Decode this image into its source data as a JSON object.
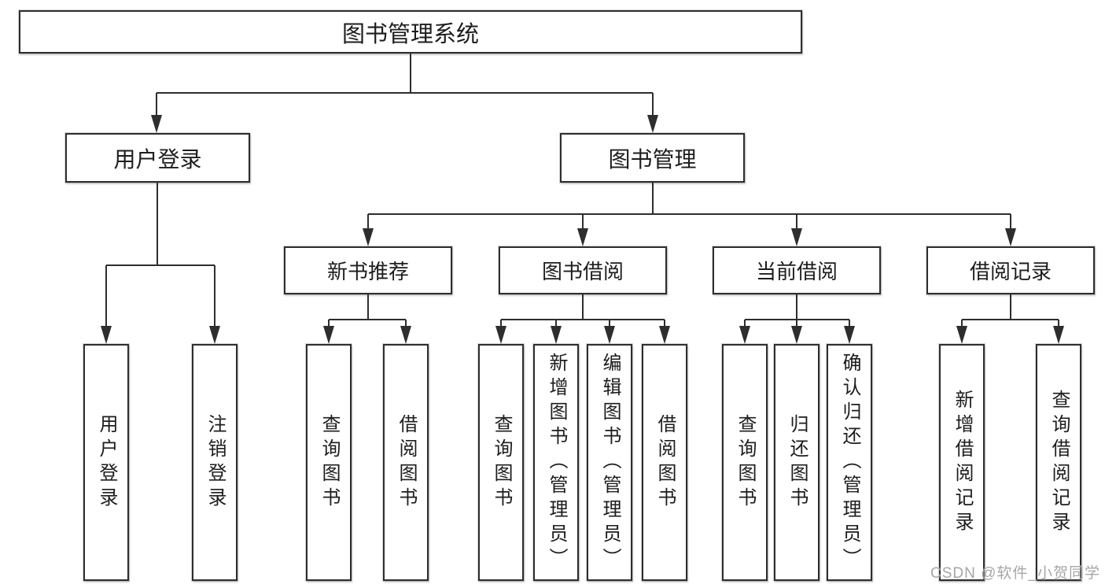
{
  "tree": {
    "root": {
      "label": "图书管理系统",
      "children": [
        {
          "label": "用户登录",
          "children": [
            {
              "label": "用户登录"
            },
            {
              "label": "注销登录"
            }
          ]
        },
        {
          "label": "图书管理",
          "children": [
            {
              "label": "新书推荐",
              "children": [
                {
                  "label": "查询图书"
                },
                {
                  "label": "借阅图书"
                }
              ]
            },
            {
              "label": "图书借阅",
              "children": [
                {
                  "label": "查询图书"
                },
                {
                  "label": "新增图书（管理员）"
                },
                {
                  "label": "编辑图书（管理员）"
                },
                {
                  "label": "借阅图书"
                }
              ]
            },
            {
              "label": "当前借阅",
              "children": [
                {
                  "label": "查询图书"
                },
                {
                  "label": "归还图书"
                },
                {
                  "label": "确认归还（管理员）"
                }
              ]
            },
            {
              "label": "借阅记录",
              "children": [
                {
                  "label": "新增借阅记录"
                },
                {
                  "label": "查询借阅记录"
                }
              ]
            }
          ]
        }
      ]
    }
  },
  "watermark": {
    "text": "CSDN @软件_小贺同学"
  },
  "colors": {
    "line": "#2e2e2e",
    "border": "#2e2e2e",
    "text": "#1d1d1d",
    "watermark": "#9e9e9e",
    "background": "#ffffff"
  }
}
